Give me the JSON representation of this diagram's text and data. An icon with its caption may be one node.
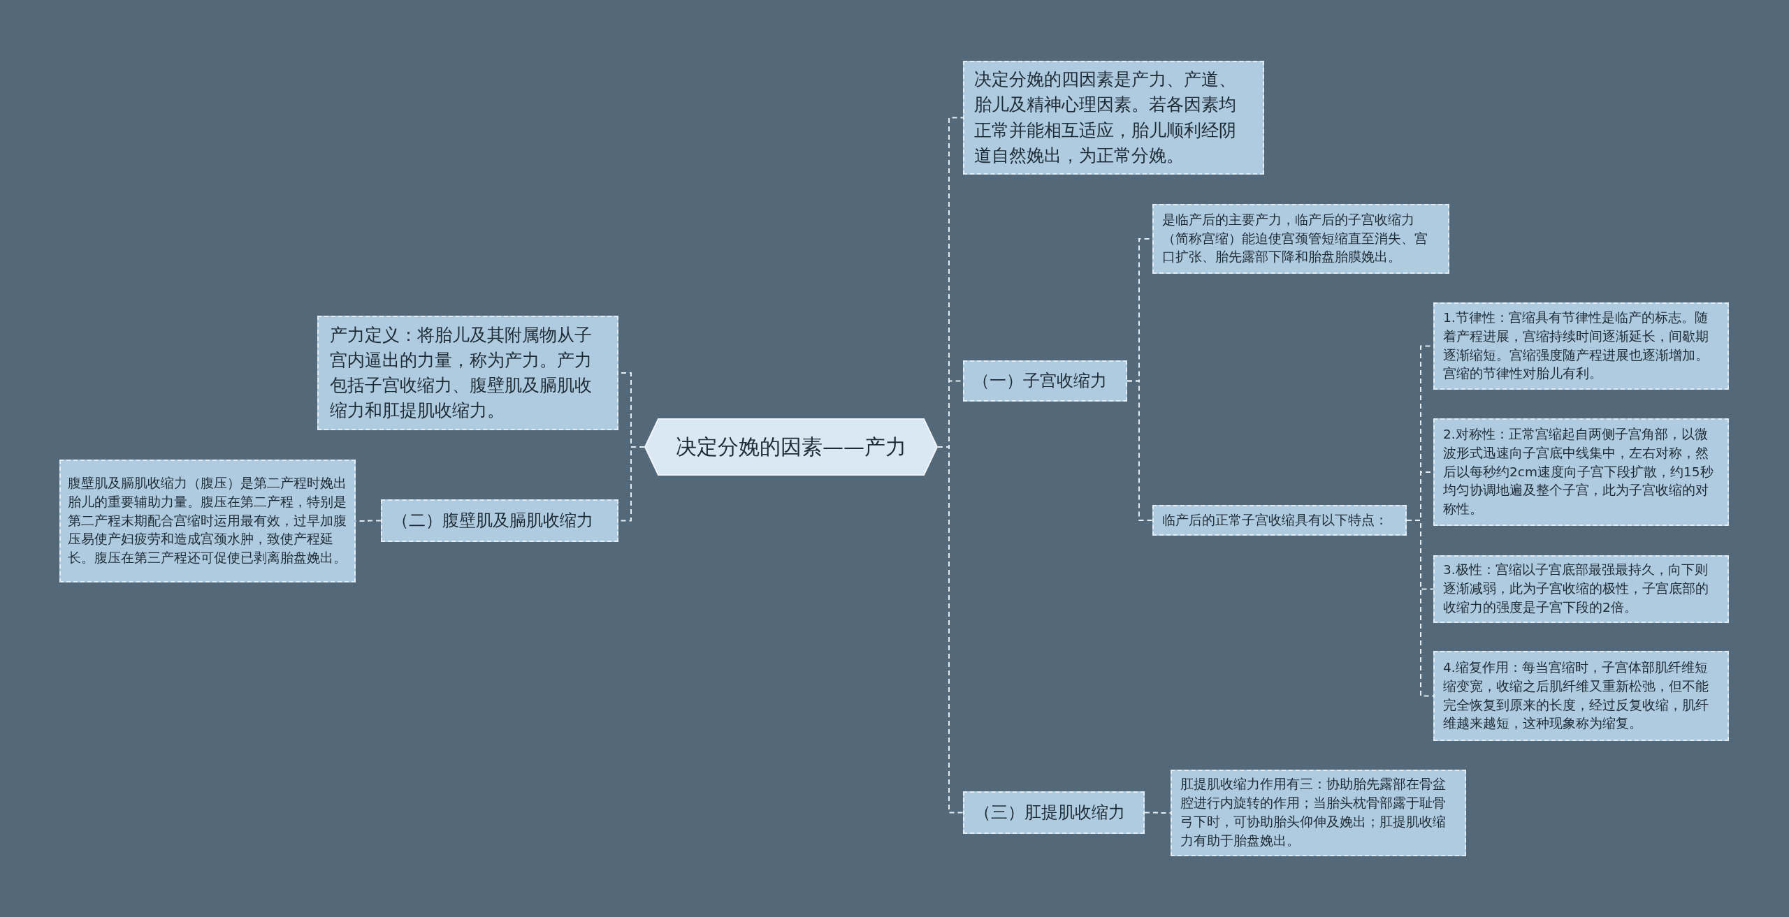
{
  "diagram": {
    "nodes": [
      {
        "text": [
          "决定分娩的因素——产力"
        ]
      },
      {
        "text": [
          "产力定义：将胎儿及其附属物从子宫内逼出的力量，称为产力。产力包括子宫收缩力、腹壁肌及膈肌收缩力和肛提肌收缩力。"
        ]
      },
      {
        "text": [
          "（二）腹壁肌及膈肌收缩力"
        ]
      },
      {
        "text": [
          "腹壁肌及膈肌收缩力（腹压）是第二产程时娩出胎儿的重要辅助力量。腹压在第二产程，特别是第二产程末期配合宫缩时运用最有效，过早加腹压易使产妇疲劳和造成宫颈水肿，致使产程延长。腹压在第三产程还可促使已剥离胎盘娩出。"
        ]
      },
      {
        "text": [
          "决定分娩的四因素是产力、产道、胎儿及精神心理因素。若各因素均正常并能相互适应，胎儿顺利经阴道自然娩出，为正常分娩。"
        ]
      },
      {
        "text": [
          "（一）子宫收缩力"
        ]
      },
      {
        "text": [
          "是临产后的主要产力，临产后的子宫收缩力（简称宫缩）能迫使宫颈管短缩直至消失、宫口扩张、胎先露部下降和胎盘胎膜娩出。"
        ]
      },
      {
        "text": [
          "临产后的正常子宫收缩具有以下特点："
        ]
      },
      {
        "text": [
          "1.节律性：宫缩具有节律性是临产的标志。随着产程进展，宫缩持续时间逐渐延长，间歇期逐渐缩短。宫缩强度随产程进展也逐渐增加。宫缩的节律性对胎儿有利。"
        ]
      },
      {
        "text": [
          "2.对称性：正常宫缩起自两侧子宫角部，以微波形式迅速向子宫底中线集中，左右对称，然后以每秒约2cm速度向子宫下段扩散，约15秒均匀协调地遍及整个子宫，此为子宫收缩的对称性。"
        ]
      },
      {
        "text": [
          "3.极性：宫缩以子宫底部最强最持久，向下则逐渐减弱，此为子宫收缩的极性，子宫底部的收缩力的强度是子宫下段的2倍。"
        ]
      },
      {
        "text": [
          "4.缩复作用：每当宫缩时，子宫体部肌纤维短缩变宽，收缩之后肌纤维又重新松弛，但不能完全恢复到原来的长度，经过反复收缩，肌纤维越来越短，这种现象称为缩复。"
        ]
      },
      {
        "text": [
          "（三）肛提肌收缩力"
        ]
      },
      {
        "text": [
          "肛提肌收缩力作用有三：协助胎先露部在骨盆腔进行内旋转的作用；当胎头枕骨部露于耻骨弓下时，可协助胎头仰伸及娩出；肛提肌收缩力有助于胎盘娩出。"
        ]
      }
    ],
    "edges": [
      {
        "from": 0,
        "to": 1,
        "arrow": "none"
      },
      {
        "from": 0,
        "to": 2,
        "arrow": "none"
      },
      {
        "from": 2,
        "to": 3,
        "arrow": "none"
      },
      {
        "from": 0,
        "to": 4,
        "arrow": "none"
      },
      {
        "from": 0,
        "to": 5,
        "arrow": "none"
      },
      {
        "from": 5,
        "to": 6,
        "arrow": "none"
      },
      {
        "from": 5,
        "to": 7,
        "arrow": "none"
      },
      {
        "from": 7,
        "to": 8,
        "arrow": "none"
      },
      {
        "from": 7,
        "to": 9,
        "arrow": "none"
      },
      {
        "from": 7,
        "to": 10,
        "arrow": "none"
      },
      {
        "from": 7,
        "to": 11,
        "arrow": "none"
      },
      {
        "from": 0,
        "to": 12,
        "arrow": "none"
      },
      {
        "from": 12,
        "to": 13,
        "arrow": "none"
      }
    ]
  }
}
